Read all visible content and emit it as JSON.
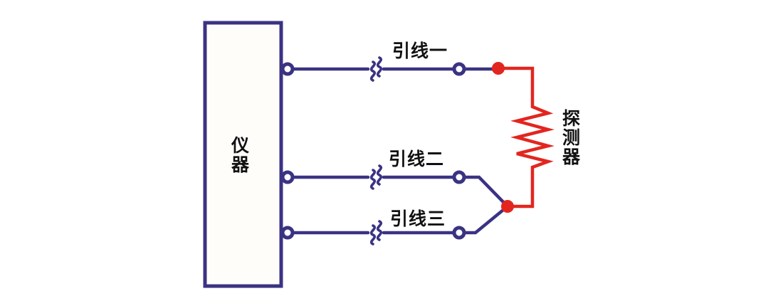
{
  "diagram": {
    "labels": {
      "instrument": "仪器",
      "detector": "探测器",
      "leads": [
        "引线一",
        "引线二",
        "引线三"
      ]
    },
    "colors": {
      "wire": "#3a3383",
      "detector_wire": "#e2261f",
      "label_text": "#111111",
      "background": "#ffffff"
    }
  }
}
